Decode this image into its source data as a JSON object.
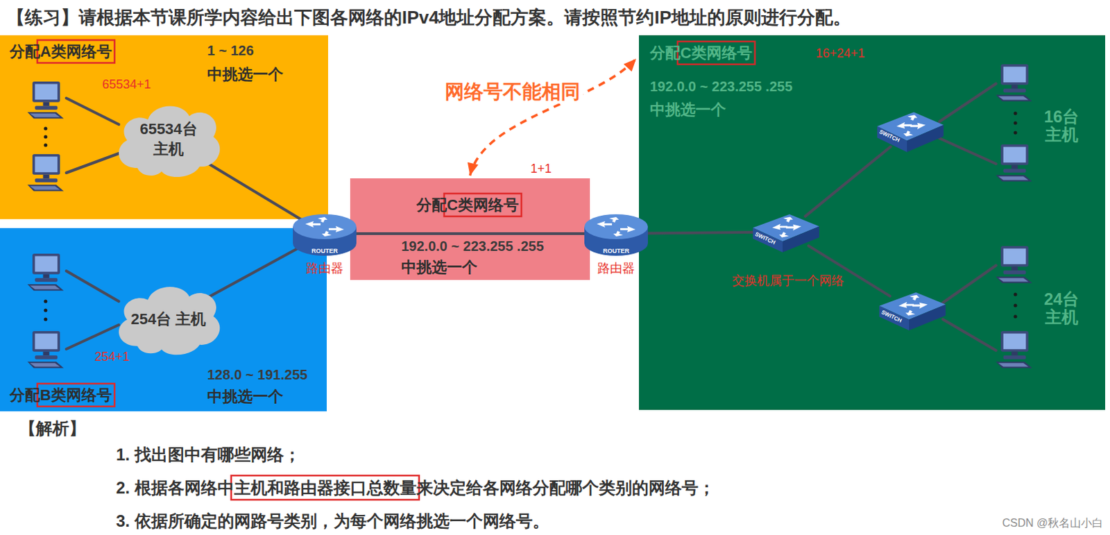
{
  "diagram": {
    "title": "【练习】请根据本节课所学内容给出下图各网络的IPv4地址分配方案。请按照节约IP地址的原则进行分配。",
    "nodes": [
      {
        "text": [
          "分配A类网络号",
          "1 ~ 126",
          "中挑选一个"
        ]
      },
      {
        "text": [
          "65534台 主机"
        ],
        "in": 0
      },
      {
        "text": [
          "分配B类网络号",
          "128.0 ~ 191.255",
          "中挑选一个"
        ]
      },
      {
        "text": [
          "254台 主机"
        ],
        "in": 2
      },
      {
        "text": [
          "ROUTER",
          "路由器"
        ]
      },
      {
        "text": [
          "分配C类网络号",
          "192.0.0 ~ 223.255 .255",
          "中挑选一个"
        ]
      },
      {
        "text": [
          "ROUTER",
          "路由器"
        ]
      },
      {
        "text": [
          "分配C类网络号",
          "192.0.0 ~ 223.255 .255",
          "中挑选一个"
        ]
      },
      {
        "text": [
          "SWITCH"
        ],
        "in": 7
      },
      {
        "text": [
          "SWITCH"
        ],
        "in": 7
      },
      {
        "text": [
          "SWITCH"
        ],
        "in": 7
      }
    ],
    "edges": [
      {
        "from": 1,
        "to": 4,
        "arrow": "none"
      },
      {
        "from": 3,
        "to": 4,
        "arrow": "none"
      },
      {
        "from": 4,
        "to": 6,
        "arrow": "none"
      },
      {
        "from": 6,
        "to": 8,
        "arrow": "none"
      },
      {
        "from": 8,
        "to": 9,
        "arrow": "none"
      },
      {
        "from": 8,
        "to": 10,
        "arrow": "none"
      },
      {
        "from": 5,
        "to": 7,
        "label": "网络号不能相同",
        "arrow": "both"
      }
    ],
    "labels": [
      "65534+1",
      "254+1",
      "1+1",
      "16+24+1",
      "16台 主机",
      "24台 主机",
      "交换机属于一个网络",
      "【解析】",
      "1. 找出图中有哪些网络；",
      "2. 根据各网络中主机和路由器接口总数量来决定给各网络分配哪个类别的网络号；",
      "3. 依据所确定的网路号类别，为每个网络挑选一个网络号。",
      "CSDN @秋名山小白"
    ]
  }
}
